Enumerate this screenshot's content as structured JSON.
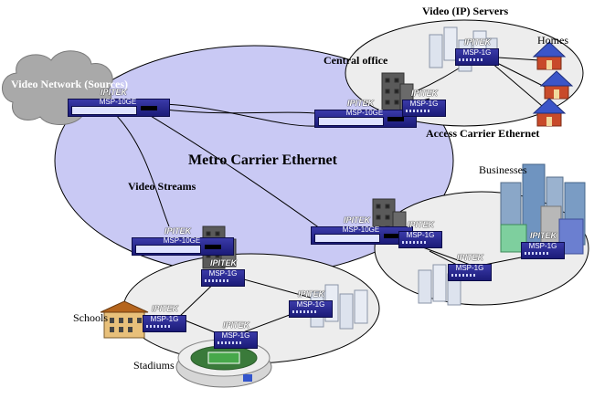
{
  "labels": {
    "video_network": "Video Network (Sources)",
    "metro": "Metro Carrier Ethernet",
    "video_streams": "Video Streams",
    "video_servers": "Video (IP) Servers",
    "central_office": "Central office",
    "homes": "Homes",
    "access_carrier": "Access Carrier Ethernet",
    "businesses": "Businesses",
    "schools": "Schools",
    "stadiums": "Stadiums"
  },
  "devices": {
    "brand": "IPITEK",
    "big_model": "MSP-10GE",
    "small_model": "MSP-1G"
  },
  "colors": {
    "metro_ring": "#c9c9f4",
    "access_ring": "#eeeeee",
    "cloud": "#a9a9a9",
    "switch": "#22228a"
  }
}
